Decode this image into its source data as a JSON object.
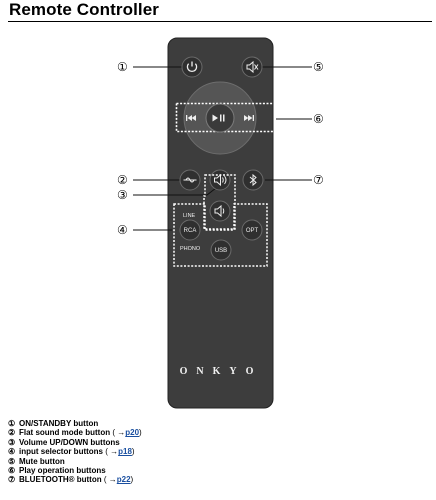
{
  "title": "Remote Controller",
  "brand": "ONKYO",
  "callouts": {
    "1": "①",
    "2": "②",
    "3": "③",
    "4": "④",
    "5": "⑤",
    "6": "⑥",
    "7": "⑦"
  },
  "input_labels": {
    "line": "LINE",
    "rca": "RCA",
    "phono": "PHONO",
    "usb": "USB",
    "opt": "OPT"
  },
  "legend": [
    {
      "num": "①",
      "text": "ON/STANDBY button",
      "ref": ""
    },
    {
      "num": "②",
      "text": "Flat sound mode button",
      "ref": "p20"
    },
    {
      "num": "③",
      "text": "Volume UP/DOWN buttons",
      "ref": ""
    },
    {
      "num": "④",
      "text": "input selector buttons",
      "ref": "p18"
    },
    {
      "num": "⑤",
      "text": "Mute button",
      "ref": ""
    },
    {
      "num": "⑥",
      "text": "Play operation buttons",
      "ref": ""
    },
    {
      "num": "⑦",
      "text": "BLUETOOTH® button",
      "ref": "p22"
    }
  ],
  "colors": {
    "remote_body": "#3d3d3d",
    "button": "#2f2f2f",
    "dial": "#555555",
    "link": "#1a4fa0"
  }
}
